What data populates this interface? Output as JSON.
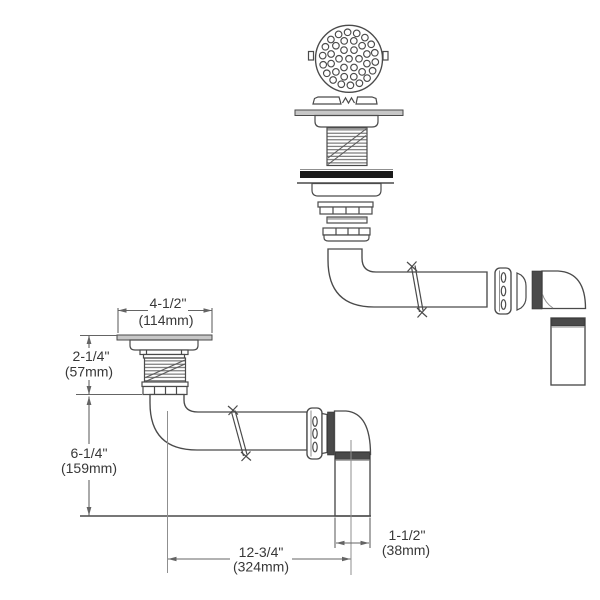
{
  "diagram": {
    "dimensions": {
      "flange_width": {
        "inches": "4-1/2\"",
        "metric": "(114mm)"
      },
      "strainer_height": {
        "inches": "2-1/4\"",
        "metric": "(57mm)"
      },
      "vertical_drop": {
        "inches": "6-1/4\"",
        "metric": "(159mm)"
      },
      "horizontal_run": {
        "inches": "12-3/4\"",
        "metric": "(324mm)"
      },
      "outlet_diameter": {
        "inches": "1-1/2\"",
        "metric": "(38mm)"
      }
    },
    "colors": {
      "line": "#4a4a4a",
      "dim": "#646464",
      "text": "#383838",
      "metal-light": "#c7c7c7",
      "metal-dark": "#4a4a4a",
      "gasket": "#1a1a1a",
      "bg": "#ffffff"
    }
  }
}
